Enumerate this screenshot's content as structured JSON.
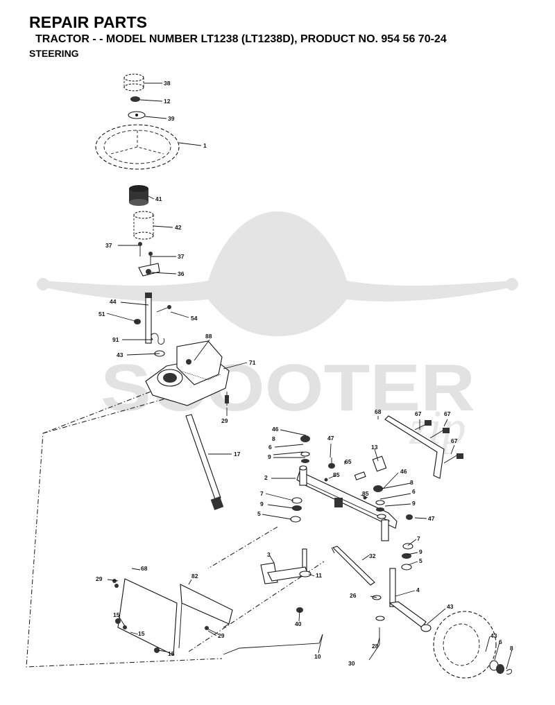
{
  "header": {
    "title": "REPAIR PARTS",
    "subtitle": "TRACTOR - - MODEL NUMBER LT1238 (LT1238D), PRODUCT NO. 954 56 70-24",
    "section": "STEERING"
  },
  "watermark": {
    "text": "SCOOTER",
    "script": "zip",
    "color": "#d6d6d6"
  },
  "callouts": [
    {
      "num": "38"
    },
    {
      "num": "12"
    },
    {
      "num": "39"
    },
    {
      "num": "1"
    },
    {
      "num": "41"
    },
    {
      "num": "42"
    },
    {
      "num": "37"
    },
    {
      "num": "37"
    },
    {
      "num": "36"
    },
    {
      "num": "44"
    },
    {
      "num": "54"
    },
    {
      "num": "51"
    },
    {
      "num": "91"
    },
    {
      "num": "88"
    },
    {
      "num": "43"
    },
    {
      "num": "71"
    },
    {
      "num": "29"
    },
    {
      "num": "17"
    },
    {
      "num": "68"
    },
    {
      "num": "67"
    },
    {
      "num": "67"
    },
    {
      "num": "67"
    },
    {
      "num": "13"
    },
    {
      "num": "46"
    },
    {
      "num": "8"
    },
    {
      "num": "6"
    },
    {
      "num": "9"
    },
    {
      "num": "47"
    },
    {
      "num": "65"
    },
    {
      "num": "85"
    },
    {
      "num": "2"
    },
    {
      "num": "7"
    },
    {
      "num": "9"
    },
    {
      "num": "5"
    },
    {
      "num": "46"
    },
    {
      "num": "8"
    },
    {
      "num": "6"
    },
    {
      "num": "85"
    },
    {
      "num": "9"
    },
    {
      "num": "47"
    },
    {
      "num": "7"
    },
    {
      "num": "9"
    },
    {
      "num": "5"
    },
    {
      "num": "32"
    },
    {
      "num": "3"
    },
    {
      "num": "11"
    },
    {
      "num": "68"
    },
    {
      "num": "29"
    },
    {
      "num": "82"
    },
    {
      "num": "4"
    },
    {
      "num": "26"
    },
    {
      "num": "43"
    },
    {
      "num": "15"
    },
    {
      "num": "40"
    },
    {
      "num": "15"
    },
    {
      "num": "29"
    },
    {
      "num": "28"
    },
    {
      "num": "43"
    },
    {
      "num": "6"
    },
    {
      "num": "8"
    },
    {
      "num": "15"
    },
    {
      "num": "10"
    },
    {
      "num": "30"
    }
  ]
}
